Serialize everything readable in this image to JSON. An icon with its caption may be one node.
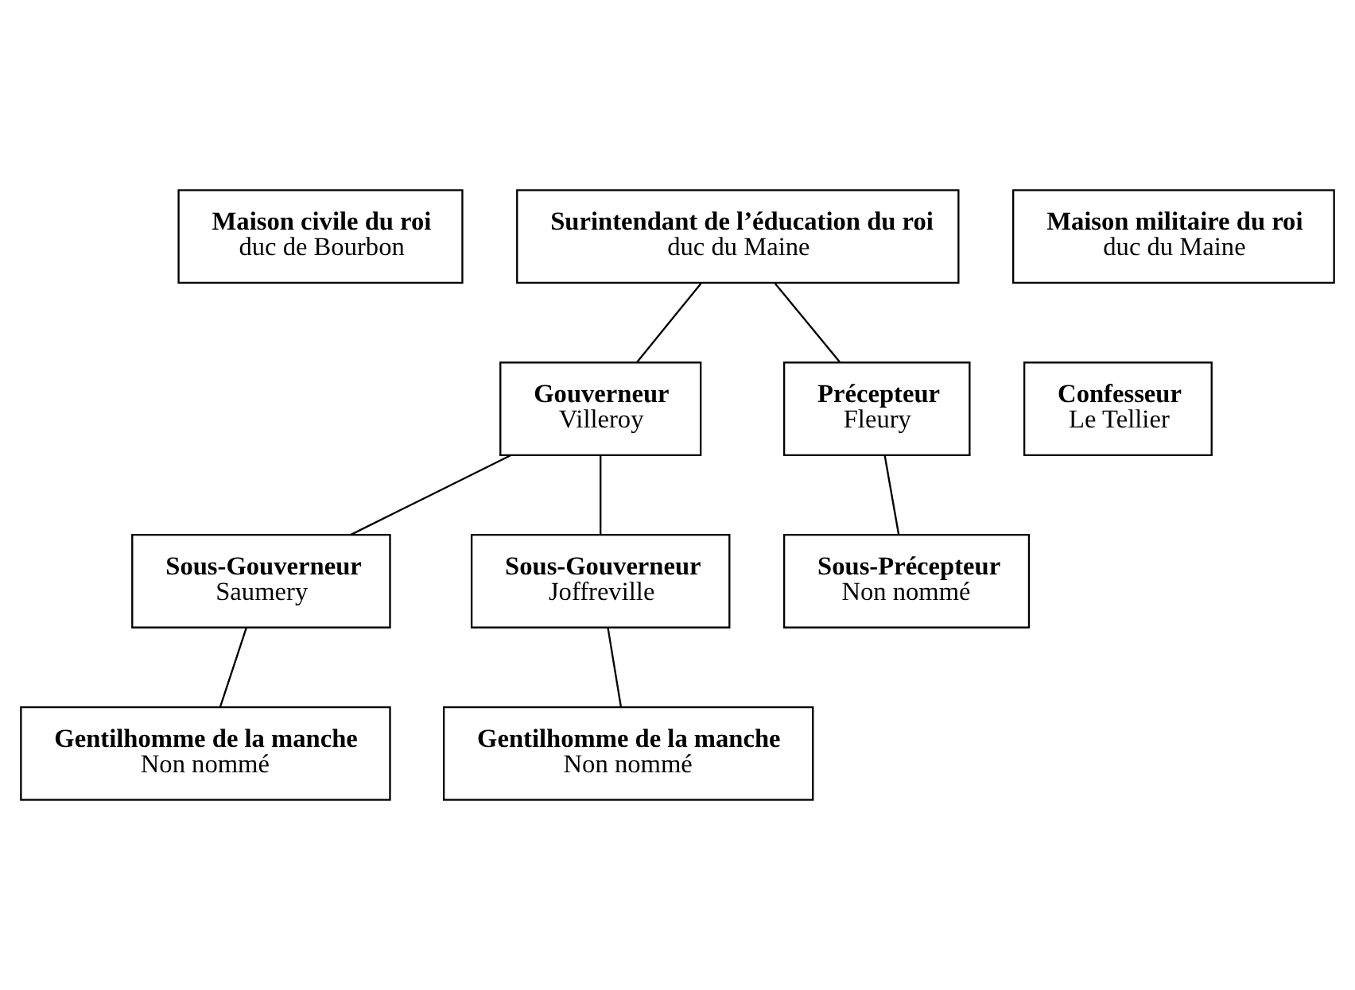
{
  "diagram": {
    "nodes": [
      {
        "text": [
          "Maison civile du roi",
          "duc de Bourbon"
        ]
      },
      {
        "text": [
          "Surintendant de l’éducation du roi",
          "duc du Maine"
        ]
      },
      {
        "text": [
          "Maison militaire du roi",
          "duc du Maine"
        ]
      },
      {
        "text": [
          "Gouverneur",
          "Villeroy"
        ]
      },
      {
        "text": [
          "Précepteur",
          "Fleury"
        ]
      },
      {
        "text": [
          "Confesseur",
          "Le Tellier"
        ]
      },
      {
        "text": [
          "Sous-Gouverneur",
          "Saumery"
        ]
      },
      {
        "text": [
          "Sous-Gouverneur",
          "Joffreville"
        ]
      },
      {
        "text": [
          "Sous-Précepteur",
          "Non nommé"
        ]
      },
      {
        "text": [
          "Gentilhomme de la manche",
          "Non nommé"
        ]
      },
      {
        "text": [
          "Gentilhomme de la manche",
          "Non nommé"
        ]
      }
    ],
    "edges": [
      {
        "from": 1,
        "to": 3,
        "arrow": "none"
      },
      {
        "from": 1,
        "to": 4,
        "arrow": "none"
      },
      {
        "from": 3,
        "to": 6,
        "arrow": "none"
      },
      {
        "from": 3,
        "to": 7,
        "arrow": "none"
      },
      {
        "from": 4,
        "to": 8,
        "arrow": "none"
      },
      {
        "from": 6,
        "to": 9,
        "arrow": "none"
      },
      {
        "from": 7,
        "to": 10,
        "arrow": "none"
      }
    ]
  }
}
